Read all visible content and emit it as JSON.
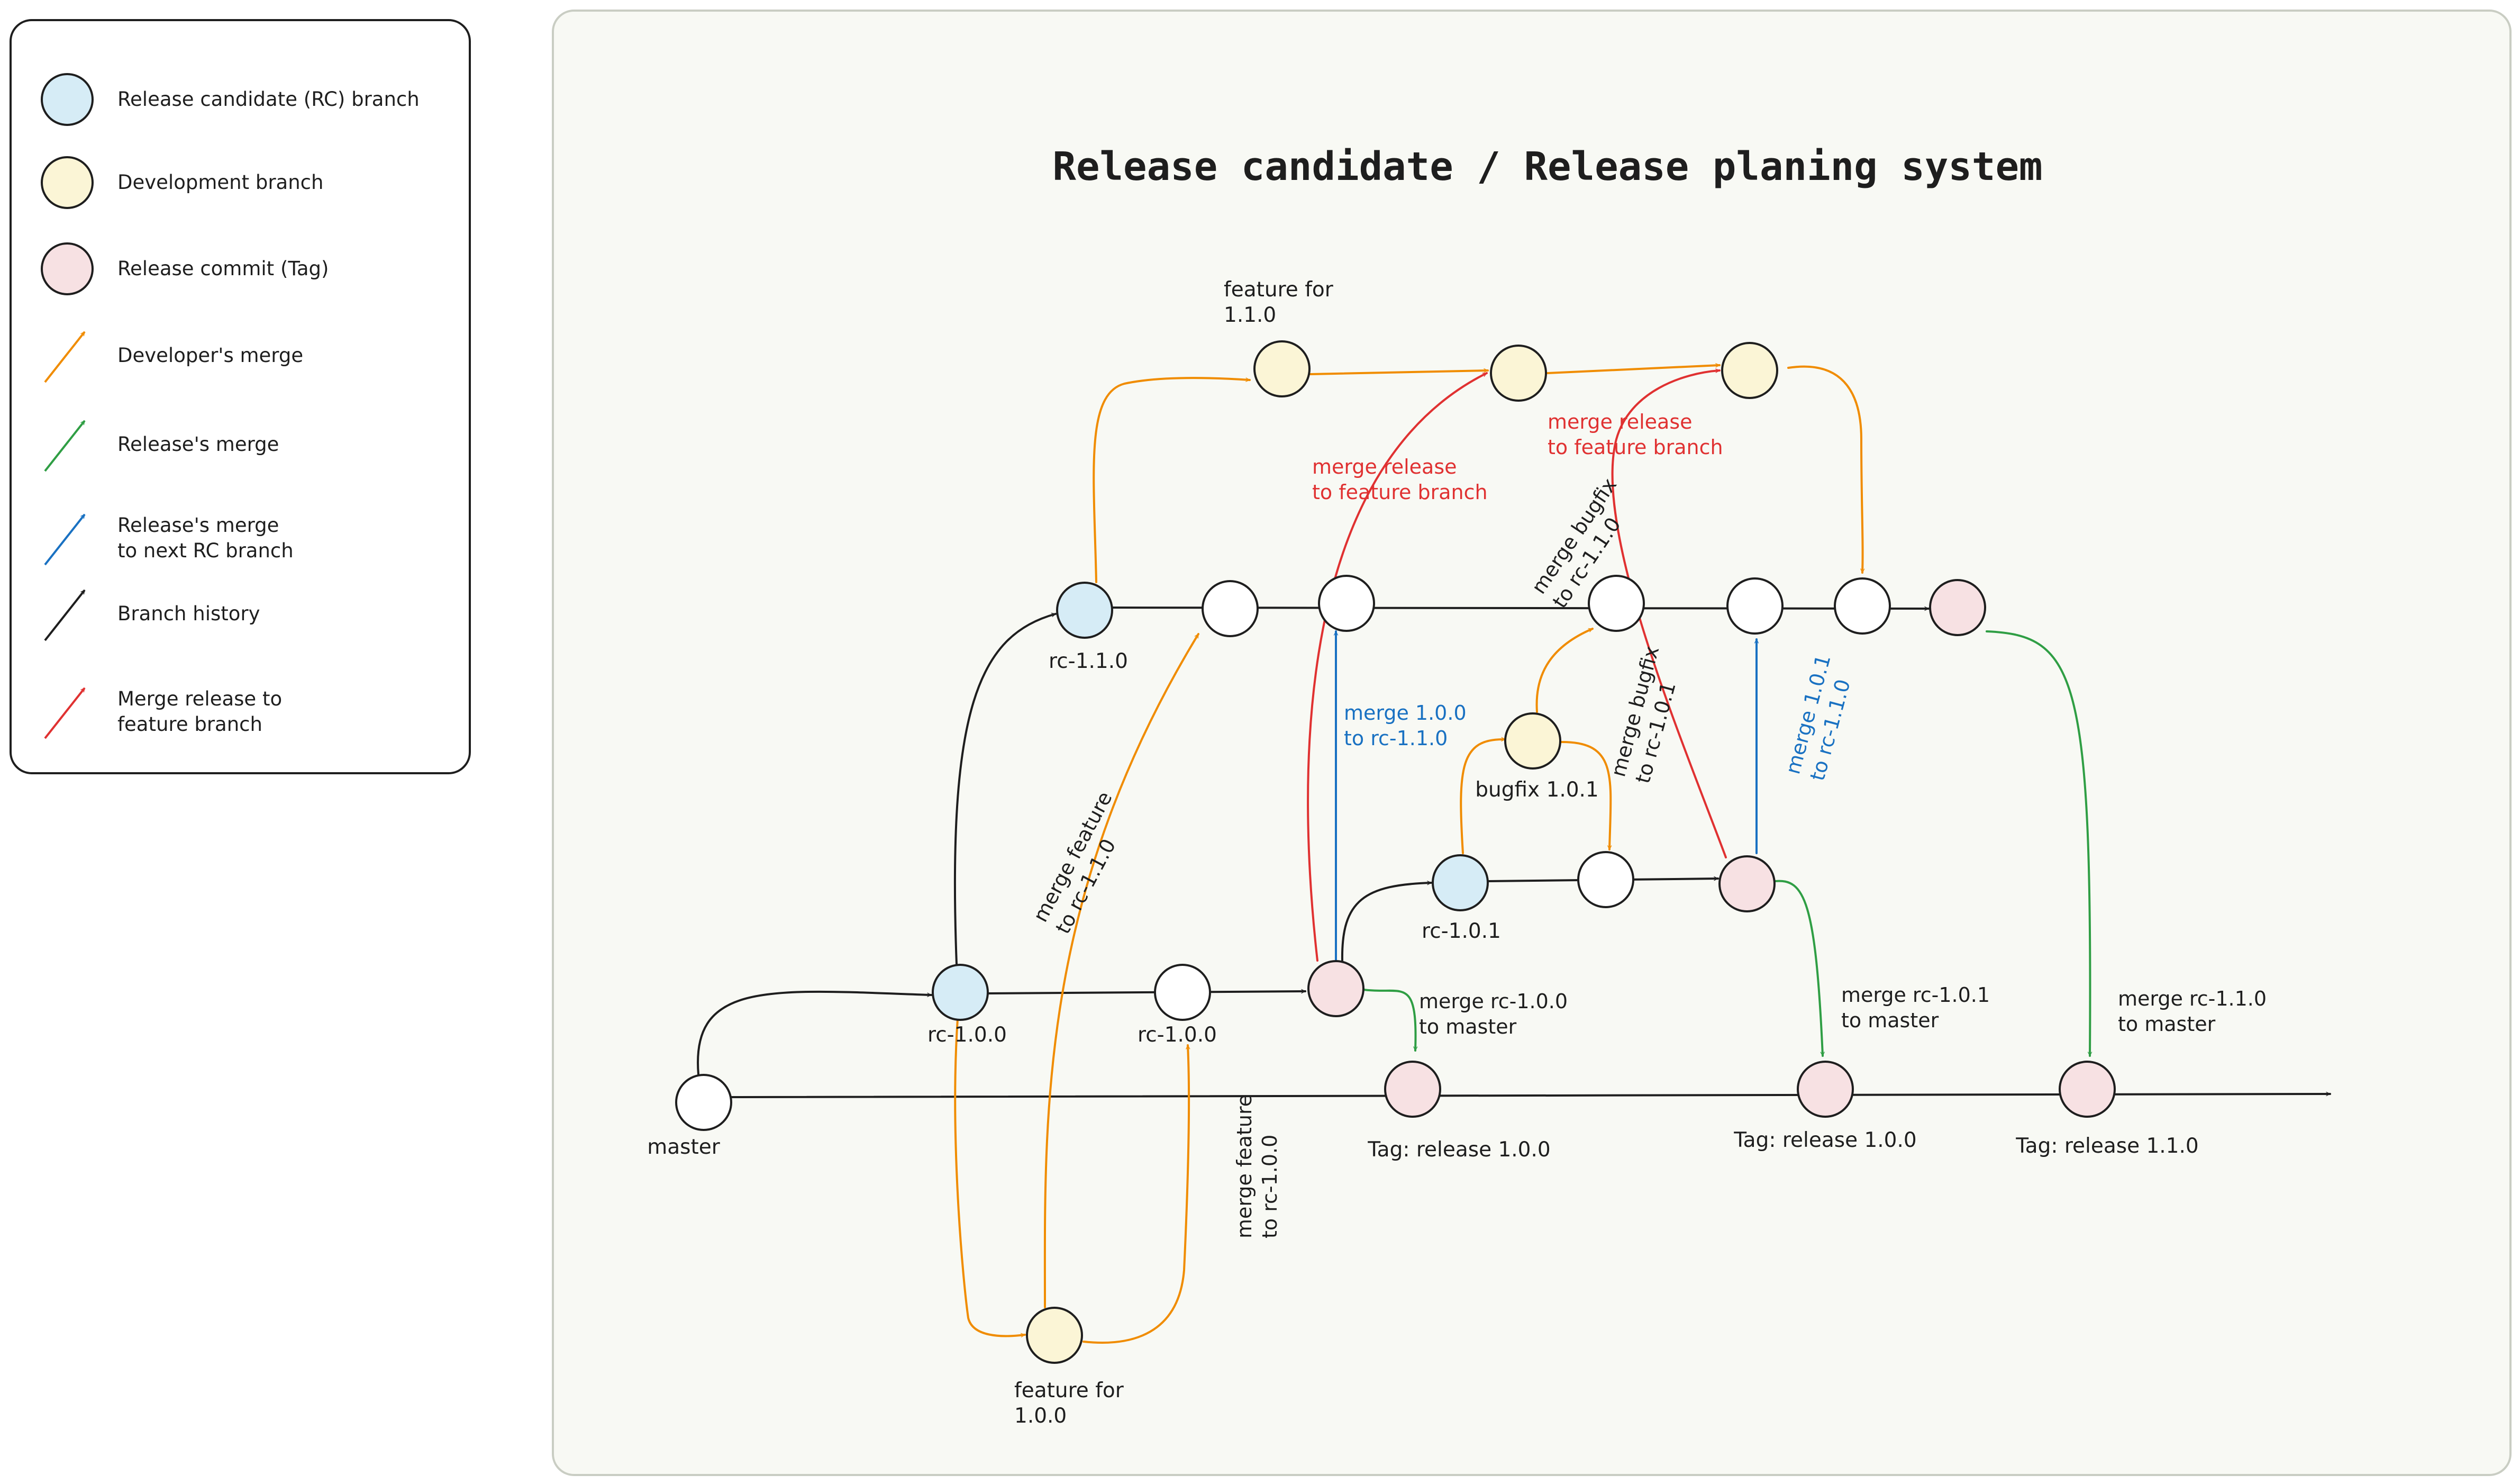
{
  "title": "Release candidate / Release planing system",
  "colors": {
    "rc_fill": "#d6ecf6",
    "dev_fill": "#fbf5d6",
    "tag_fill": "#f7e1e3",
    "history_arrow": "#1e1e1e",
    "developer_merge": "#f08c00",
    "release_merge": "#2f9e44",
    "release_merge_next_rc": "#1971c2",
    "merge_release_to_feature": "#e03131",
    "canvas_fill": "#f8f9f4",
    "stroke": "#1e1e1e"
  },
  "legend": {
    "items": [
      {
        "kind": "node",
        "node_type": "rc",
        "label": "Release candidate (RC) branch"
      },
      {
        "kind": "node",
        "node_type": "dev",
        "label": "Development branch"
      },
      {
        "kind": "node",
        "node_type": "tag",
        "label": "Release commit (Tag)"
      },
      {
        "kind": "arrow",
        "edge_type": "developer_merge",
        "label": "Developer's merge"
      },
      {
        "kind": "arrow",
        "edge_type": "release_merge",
        "label": "Release's merge"
      },
      {
        "kind": "arrow",
        "edge_type": "release_merge_next_rc",
        "label": [
          "Release's merge",
          "to next RC branch"
        ]
      },
      {
        "kind": "arrow",
        "edge_type": "history_arrow",
        "label": "Branch history"
      },
      {
        "kind": "arrow",
        "edge_type": "merge_release_to_feature",
        "label": [
          "Merge release to",
          "feature branch"
        ]
      }
    ]
  },
  "nodes": [
    {
      "id": "master",
      "type": "plain",
      "label": "master"
    },
    {
      "id": "rc100_a",
      "type": "rc",
      "label": "rc-1.0.0"
    },
    {
      "id": "rc100_b",
      "type": "plain",
      "label": "rc-1.0.0"
    },
    {
      "id": "rc100_tag",
      "type": "tag",
      "label": ""
    },
    {
      "id": "tag_100",
      "type": "tag",
      "label": "Tag: release 1.0.0"
    },
    {
      "id": "tag_100_b",
      "type": "tag",
      "label": "Tag: release 1.0.0"
    },
    {
      "id": "tag_110",
      "type": "tag",
      "label": "Tag: release 1.1.0"
    },
    {
      "id": "rc110_a",
      "type": "rc",
      "label": "rc-1.1.0"
    },
    {
      "id": "rc110_b",
      "type": "plain",
      "label": ""
    },
    {
      "id": "rc110_c",
      "type": "plain",
      "label": ""
    },
    {
      "id": "rc110_d",
      "type": "plain",
      "label": ""
    },
    {
      "id": "rc110_e",
      "type": "plain",
      "label": ""
    },
    {
      "id": "rc110_f",
      "type": "plain",
      "label": ""
    },
    {
      "id": "rc110_tag",
      "type": "tag",
      "label": ""
    },
    {
      "id": "rc101_a",
      "type": "rc",
      "label": "rc-1.0.1"
    },
    {
      "id": "rc101_b",
      "type": "plain",
      "label": ""
    },
    {
      "id": "rc101_tag",
      "type": "tag",
      "label": ""
    },
    {
      "id": "bugfix_101",
      "type": "dev",
      "label": "bugfix 1.0.1"
    },
    {
      "id": "feat_100",
      "type": "dev",
      "label": [
        "feature for",
        "1.0.0"
      ]
    },
    {
      "id": "feat_110_a",
      "type": "dev",
      "label": [
        "feature for",
        "1.1.0"
      ]
    },
    {
      "id": "feat_110_b",
      "type": "dev",
      "label": ""
    },
    {
      "id": "feat_110_c",
      "type": "dev",
      "label": ""
    }
  ],
  "edges": [
    {
      "from": "master",
      "to": "axis_end",
      "type": "history_arrow",
      "label": ""
    },
    {
      "from": "master",
      "to": "rc100_a",
      "type": "history_arrow",
      "label": ""
    },
    {
      "from": "rc100_a",
      "to": "rc100_tag",
      "type": "history_arrow",
      "label": ""
    },
    {
      "from": "rc100_a",
      "to": "rc110_a",
      "type": "history_arrow",
      "label": ""
    },
    {
      "from": "rc110_a",
      "to": "rc110_tag",
      "type": "history_arrow",
      "label": ""
    },
    {
      "from": "rc100_tag",
      "to": "rc101_a",
      "type": "history_arrow",
      "label": ""
    },
    {
      "from": "rc101_a",
      "to": "rc101_tag",
      "type": "history_arrow",
      "label": ""
    },
    {
      "from": "rc100_a",
      "to": "feat_100",
      "type": "developer_merge",
      "label": ""
    },
    {
      "from": "feat_100",
      "to": "rc110_b",
      "type": "developer_merge",
      "label": [
        "merge feature",
        "to rc-1.1.0"
      ]
    },
    {
      "from": "feat_100",
      "to": "rc100_b",
      "type": "developer_merge",
      "label": [
        "merge feature",
        "to rc-1.0.0"
      ]
    },
    {
      "from": "rc110_a",
      "to": "feat_110_a",
      "type": "developer_merge",
      "label": ""
    },
    {
      "from": "feat_110_a",
      "to": "feat_110_b",
      "type": "developer_merge",
      "label": ""
    },
    {
      "from": "feat_110_b",
      "to": "feat_110_c",
      "type": "developer_merge",
      "label": ""
    },
    {
      "from": "feat_110_c",
      "to": "rc110_f",
      "type": "developer_merge",
      "label": ""
    },
    {
      "from": "rc101_a",
      "to": "bugfix_101",
      "type": "developer_merge",
      "label": ""
    },
    {
      "from": "bugfix_101",
      "to": "rc101_b",
      "type": "developer_merge",
      "label": [
        "merge bugfix",
        "to rc-1.0.1"
      ]
    },
    {
      "from": "bugfix_101",
      "to": "rc110_d",
      "type": "developer_merge",
      "label": [
        "merge bugfix",
        "to rc-1.1.0"
      ]
    },
    {
      "from": "rc100_tag",
      "to": "feat_110_b",
      "type": "merge_release_to_feature",
      "label": [
        "merge release",
        "to feature branch"
      ]
    },
    {
      "from": "rc101_tag",
      "to": "feat_110_c",
      "type": "merge_release_to_feature",
      "label": [
        "merge release",
        "to feature branch"
      ]
    },
    {
      "from": "rc100_tag",
      "to": "rc110_c",
      "type": "release_merge_next_rc",
      "label": [
        "merge 1.0.0",
        "to rc-1.1.0"
      ]
    },
    {
      "from": "rc101_tag",
      "to": "rc110_e",
      "type": "release_merge_next_rc",
      "label": [
        "merge 1.0.1",
        "to rc-1.1.0"
      ]
    },
    {
      "from": "rc100_tag",
      "to": "tag_100",
      "type": "release_merge",
      "label": [
        "merge rc-1.0.0",
        "to master"
      ]
    },
    {
      "from": "rc101_tag",
      "to": "tag_100_b",
      "type": "release_merge",
      "label": [
        "merge rc-1.0.1",
        "to master"
      ]
    },
    {
      "from": "rc110_tag",
      "to": "tag_110",
      "type": "release_merge",
      "label": [
        "merge rc-1.1.0",
        "to master"
      ]
    }
  ]
}
